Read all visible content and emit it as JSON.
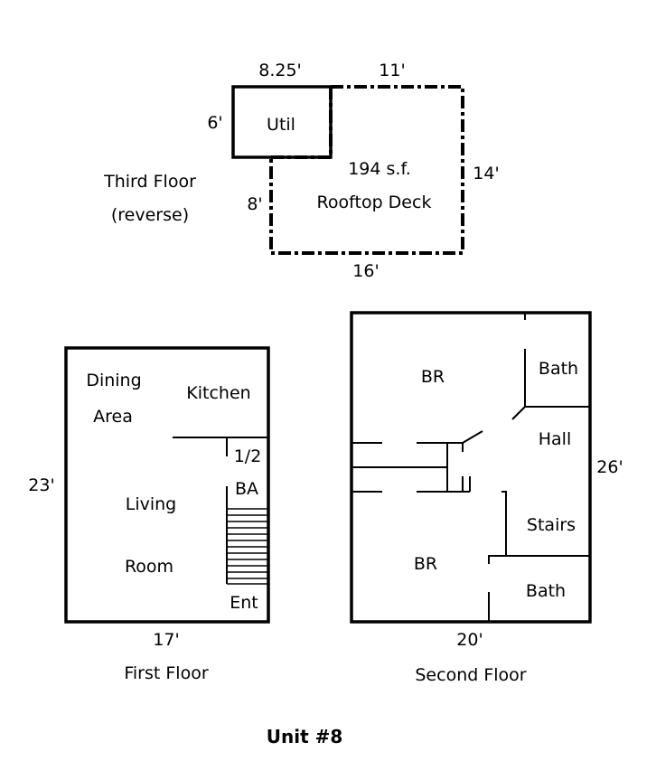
{
  "third_floor": {
    "label_line1": "Third Floor",
    "label_line2": "(reverse)",
    "dim_util_width": "8.25'",
    "dim_deck_top": "11'",
    "dim_util_height": "6'",
    "dim_deck_left": "8'",
    "dim_deck_right": "14'",
    "dim_deck_bottom": "16'",
    "room_util": "Util",
    "deck_area": "194 s.f.",
    "room_deck": "Rooftop Deck"
  },
  "first_floor": {
    "label": "First Floor",
    "dim_height": "23'",
    "dim_width": "17'",
    "room_dining_1": "Dining",
    "room_dining_2": "Area",
    "room_kitchen": "Kitchen",
    "room_half_bath_1": "1/2",
    "room_half_bath_2": "BA",
    "room_living_1": "Living",
    "room_living_2": "Room",
    "room_entry": "Ent"
  },
  "second_floor": {
    "label": "Second Floor",
    "dim_height": "26'",
    "dim_width": "20'",
    "room_br_top": "BR",
    "room_bath_top": "Bath",
    "room_hall": "Hall",
    "room_stairs": "Stairs",
    "room_br_bottom": "BR",
    "room_bath_bottom": "Bath"
  },
  "unit_title": "Unit #8"
}
